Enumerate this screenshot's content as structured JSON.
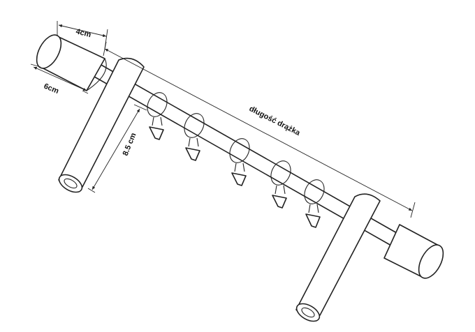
{
  "diagram": {
    "labels": {
      "finial_length": "4cm",
      "finial_diameter": "6cm",
      "bracket_height": "8.5 cm",
      "rod_length": "długość drążka"
    },
    "rings_count": 5,
    "brackets_count": 2,
    "finials_count": 2,
    "line_color": "#222222",
    "fill_color": "#ffffff"
  }
}
